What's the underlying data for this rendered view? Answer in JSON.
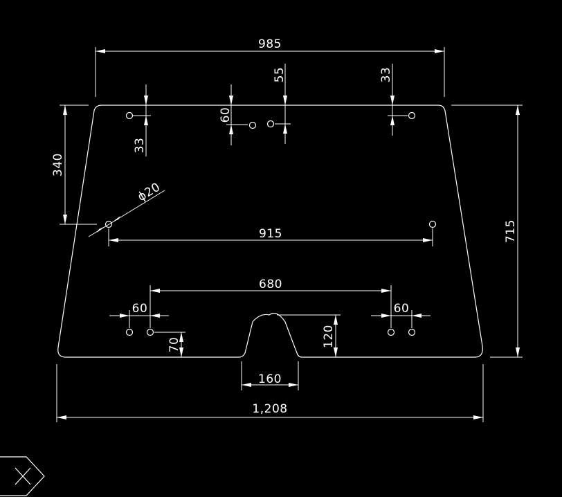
{
  "drawing": {
    "dimensions": {
      "top_width": "985",
      "bottom_width": "1,208",
      "height": "715",
      "left_hole_height": "340",
      "hole_diameter": "ϕ20",
      "mid_hole_spacing": "915",
      "top_left_offset": "33",
      "top_center_spacing": "55",
      "top_center_drop": "60",
      "top_right_offset": "33",
      "bottom_hole_group_spacing": "680",
      "bottom_left_pair_spacing": "60",
      "bottom_right_pair_spacing": "60",
      "bottom_hole_rise": "70",
      "notch_height": "120",
      "notch_width": "160"
    }
  },
  "colors": {
    "background": "#000000",
    "line": "#ffffff"
  },
  "icons": {
    "ucs": "ucs-icon"
  }
}
